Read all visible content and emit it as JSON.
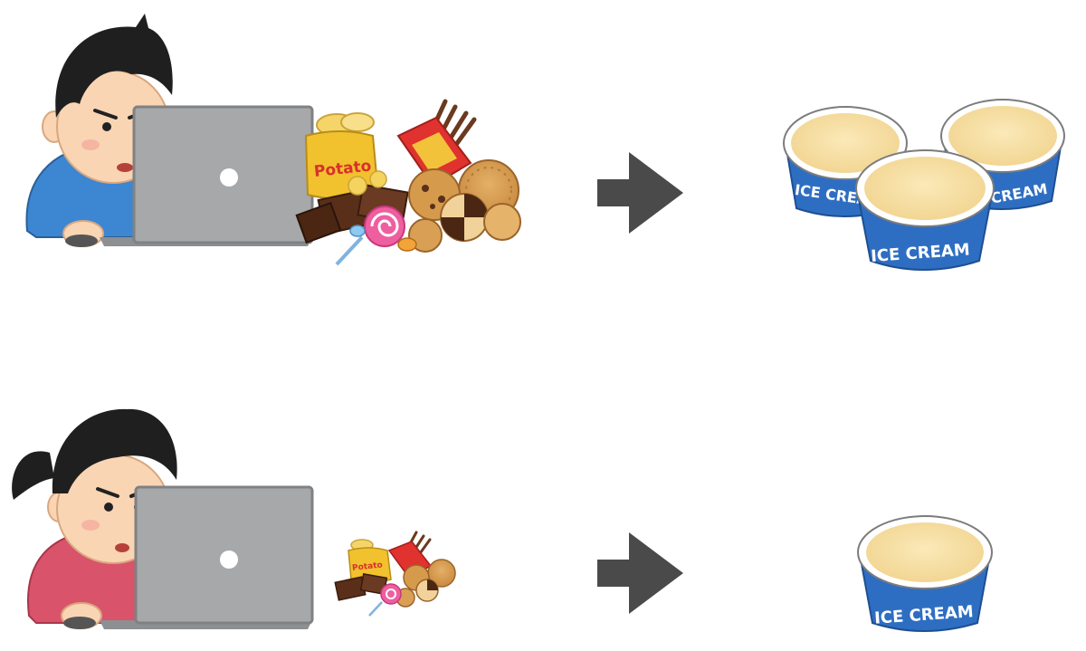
{
  "rows": [
    {
      "snack_bag_label": "Potato",
      "icecream_labels": [
        "ICE CREAM",
        "ICE CREAM",
        "ICE CREAM"
      ]
    },
    {
      "snack_bag_label": "Potato",
      "icecream_labels": [
        "ICE CREAM"
      ]
    }
  ],
  "colors": {
    "arrow": "#4a4a4a",
    "laptop": "#a6a8aa",
    "cup_blue": "#2e6ec2",
    "ice_cream": "#f6dfa6",
    "boy_shirt": "#3d86d2",
    "girl_shirt": "#d9546a",
    "hair": "#202020",
    "skin": "#f9d5b4"
  }
}
